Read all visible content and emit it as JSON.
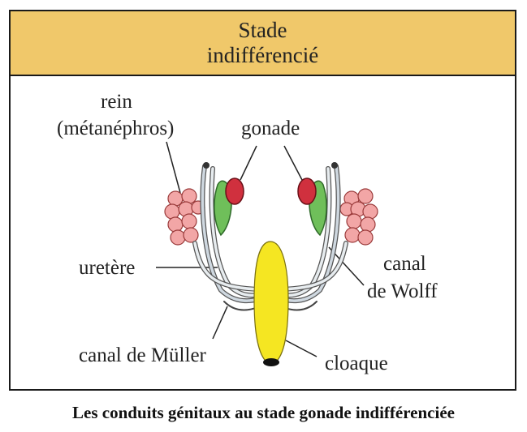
{
  "header": {
    "line1": "Stade",
    "line2": "indifférencié"
  },
  "labels": {
    "rein": "rein",
    "metanephros": "(métanéphros)",
    "gonade": "gonade",
    "uretere": "uretère",
    "canal_wolff_1": "canal",
    "canal_wolff_2": "de Wolff",
    "canal_muller": "canal de Müller",
    "cloaque": "cloaque"
  },
  "caption": "Les conduits génitaux au stade gonade indifférenciée",
  "colors": {
    "header_bg": "#f0c86a",
    "kidney": "#f2a6a6",
    "gonad": "#d0303e",
    "mesonephros": "#6fbf5a",
    "cloaca": "#f5e622",
    "duct": "#cfd8e0"
  }
}
